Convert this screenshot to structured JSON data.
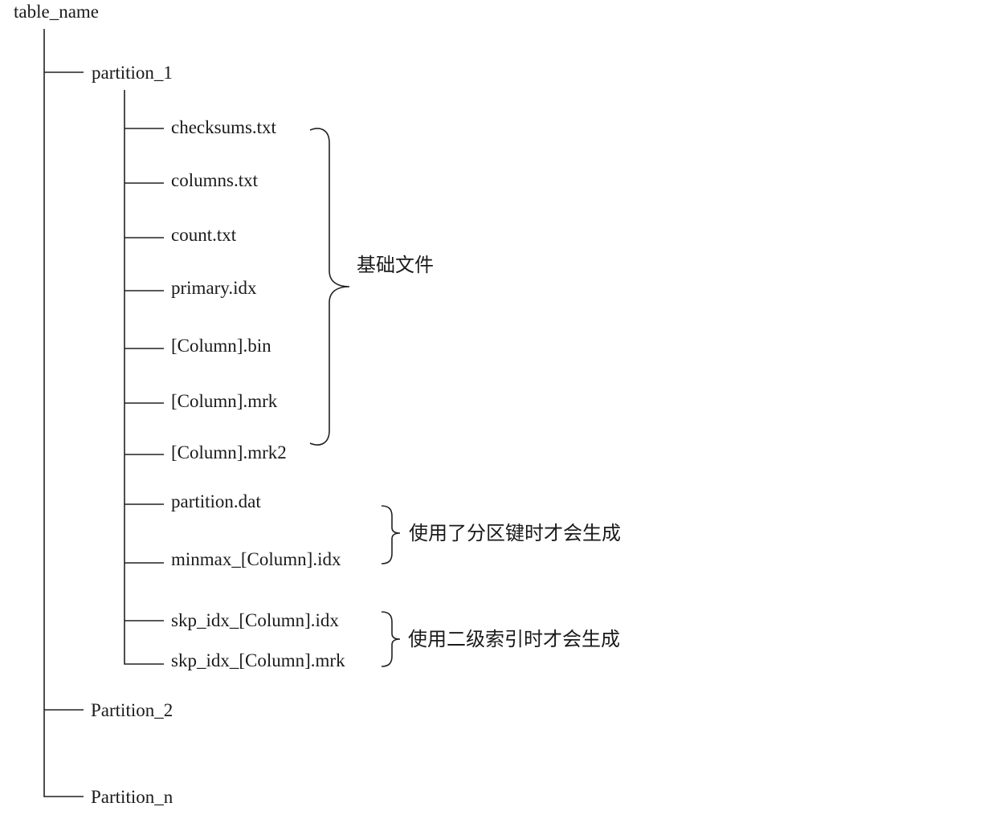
{
  "root": {
    "label": "table_name"
  },
  "partitions": [
    {
      "label": "partition_1"
    },
    {
      "label": "Partition_2"
    },
    {
      "label": "Partition_n"
    }
  ],
  "files": [
    "checksums.txt",
    "columns.txt",
    "count.txt",
    "primary.idx",
    "[Column].bin",
    "[Column].mrk",
    "[Column].mrk2",
    "partition.dat",
    "minmax_[Column].idx",
    "skp_idx_[Column].idx",
    "skp_idx_[Column].mrk"
  ],
  "groups": [
    {
      "label": "基础文件",
      "from_file": 0,
      "to_file": 6
    },
    {
      "label": "使用了分区键时才会生成",
      "from_file": 7,
      "to_file": 8
    },
    {
      "label": "使用二级索引时才会生成",
      "from_file": 9,
      "to_file": 10
    }
  ]
}
